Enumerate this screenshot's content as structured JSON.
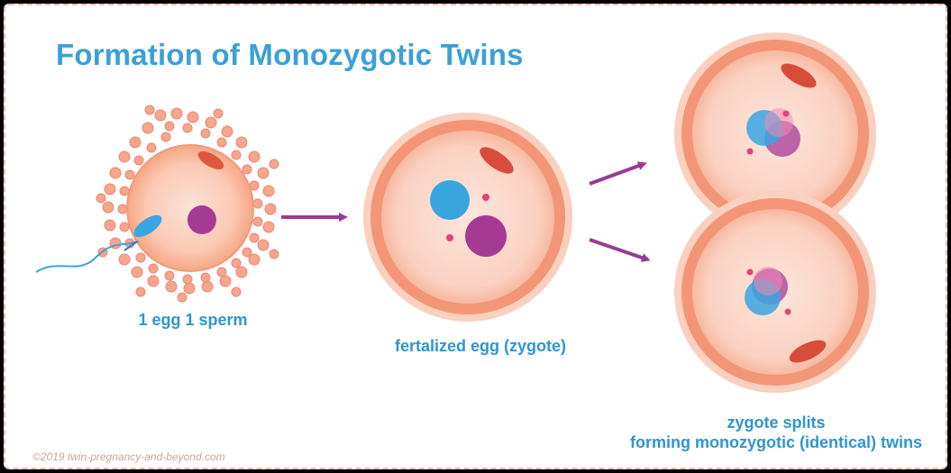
{
  "title": "Formation of Monozygotic Twins",
  "stages": {
    "egg_sperm": "1 egg 1 sperm",
    "zygote": "fertalized egg (zygote)",
    "split_line1": "zygote splits",
    "split_line2": "forming monozygotic (identical) twins"
  },
  "copyright": "©2019 twin-pregnancy-and-beyond.com",
  "colors": {
    "title": "#3aa0d8",
    "caption": "#2f95d0",
    "arrow": "#9b3b8e",
    "cell_outer": "#f6a48a",
    "cell_inner": "#fbd7c8",
    "nucleus_blue": "#3aa6e0",
    "nucleus_purple": "#a53a95",
    "pink_dot": "#e8407a"
  }
}
